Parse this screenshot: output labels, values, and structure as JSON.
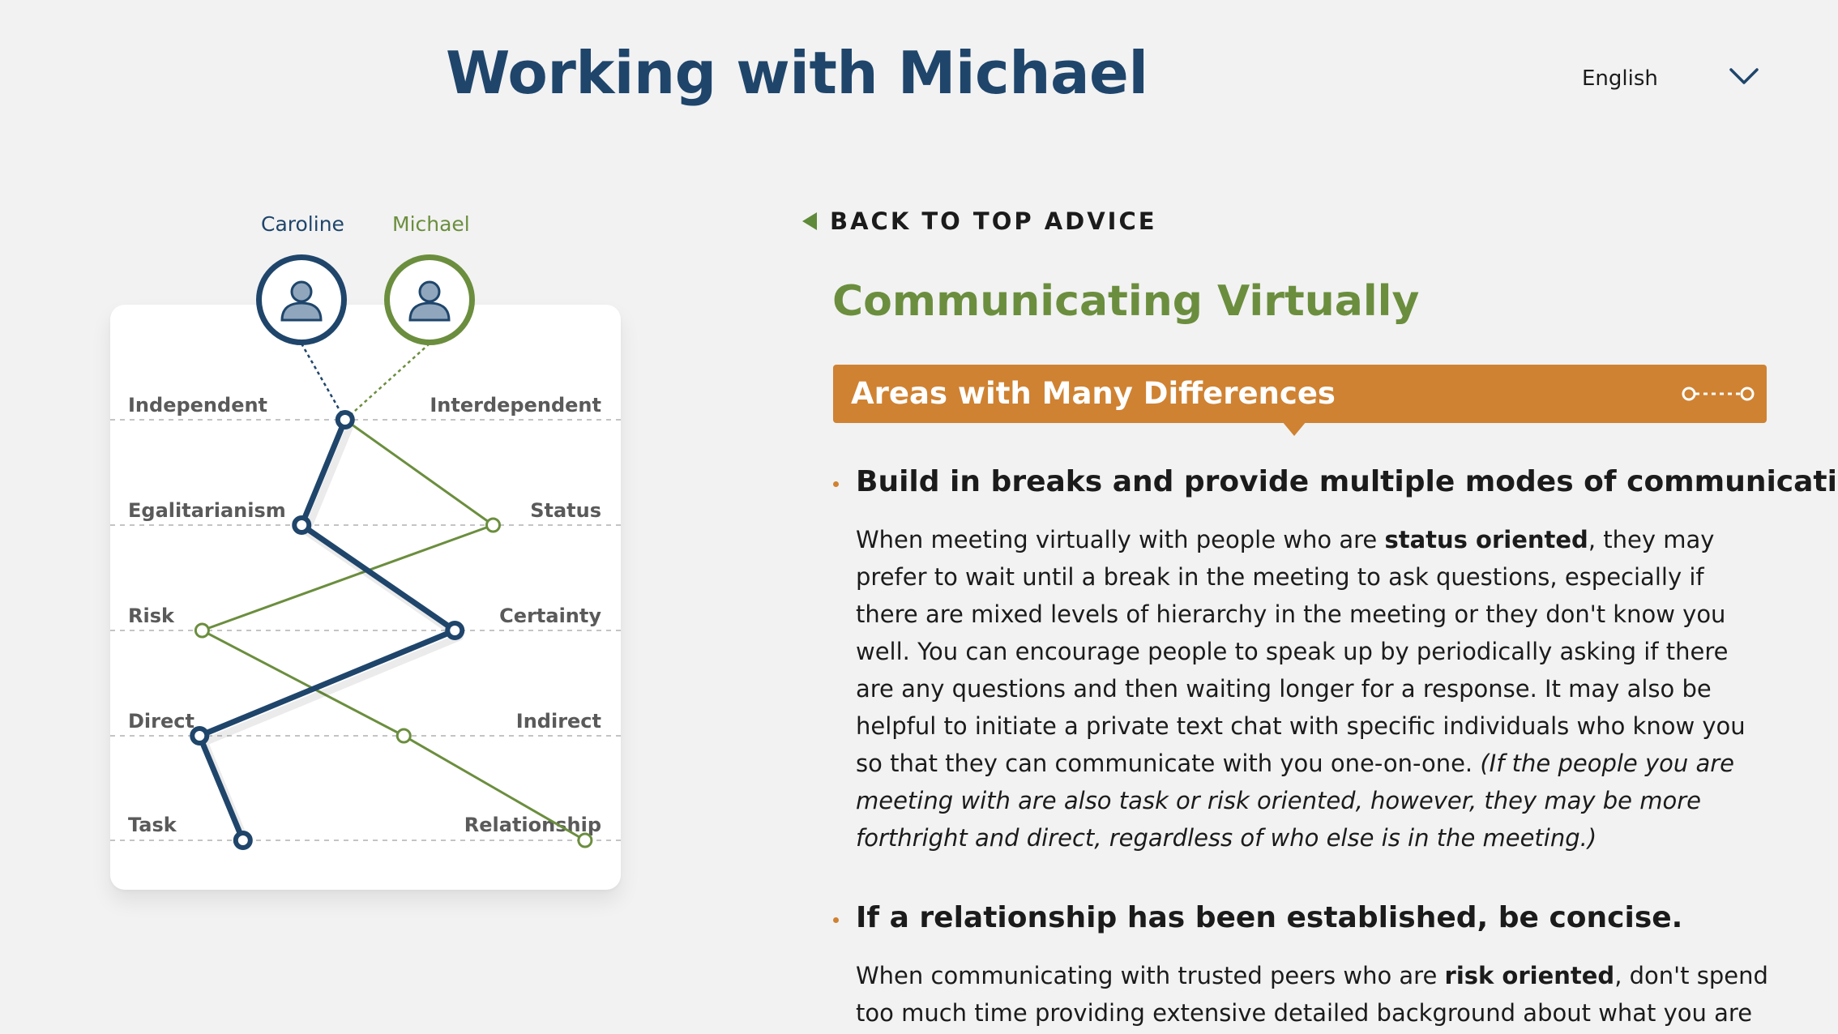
{
  "header": {
    "title": "Working with Michael",
    "language": "English"
  },
  "people": {
    "left": {
      "name": "Caroline",
      "color": "#1f456b"
    },
    "right": {
      "name": "Michael",
      "color": "#6b8e3e"
    }
  },
  "dimensions": [
    {
      "left": "Independent",
      "right": "Interdependent"
    },
    {
      "left": "Egalitarianism",
      "right": "Status"
    },
    {
      "left": "Risk",
      "right": "Certainty"
    },
    {
      "left": "Direct",
      "right": "Indirect"
    },
    {
      "left": "Task",
      "right": "Relationship"
    }
  ],
  "profiles": {
    "caroline": [
      0.46,
      0.375,
      0.675,
      0.175,
      0.26
    ],
    "michael": [
      0.46,
      0.75,
      0.18,
      0.575,
      0.93
    ]
  },
  "nav": {
    "back_label": "BACK TO TOP ADVICE"
  },
  "section": {
    "title": "Communicating Virtually",
    "banner": "Areas with Many Differences"
  },
  "advice": [
    {
      "heading": "Build in breaks and provide multiple modes of communication.",
      "body_pre": "When meeting virtually with people who are ",
      "body_bold": "status oriented",
      "body_mid": ", they may prefer to wait until a break in the meeting to ask questions, especially if there are mixed levels of hierarchy in the meeting or they don't know you well. You can encourage people to speak up by periodically asking if there are any questions and then waiting longer for a response. It may also be helpful to initiate a private text chat with specific individuals who know you so that they can communicate with you one-on-one. ",
      "body_italic": "(If the people you are meeting with are also task or risk oriented, however, they may be more forthright and direct, regardless of who else is in the meeting.)"
    },
    {
      "heading": "If a relationship has been established, be concise.",
      "body_pre": "When communicating with trusted peers who are ",
      "body_bold": "risk oriented",
      "body_mid": ", don't spend too much time providing extensive detailed background about what you are"
    }
  ],
  "colors": {
    "navy": "#1f456b",
    "green": "#6b8e3e",
    "orange": "#cf8232"
  }
}
